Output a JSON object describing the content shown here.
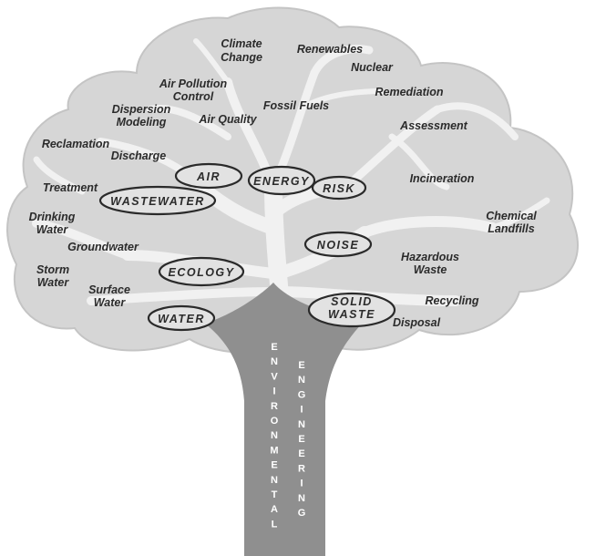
{
  "colors": {
    "canopy": "#d6d6d6",
    "canopy_edge": "#c4c4c4",
    "branches": "#f1f1f1",
    "trunk": "#8f8f8f",
    "oval_fill": "#e2e2e2",
    "oval_stroke": "#2a2a2a",
    "label_text": "#2b2b2b",
    "trunk_text": "#ffffff"
  },
  "trunk": {
    "left_column": [
      "E",
      "N",
      "V",
      "I",
      "R",
      "O",
      "N",
      "M",
      "E",
      "N",
      "T",
      "A",
      "L"
    ],
    "right_column": [
      "E",
      "N",
      "G",
      "I",
      "N",
      "E",
      "E",
      "R",
      "I",
      "N",
      "G"
    ]
  },
  "nodes": [
    {
      "id": "air",
      "lines": [
        "AIR"
      ]
    },
    {
      "id": "energy",
      "lines": [
        "ENERGY"
      ]
    },
    {
      "id": "risk",
      "lines": [
        "RISK"
      ]
    },
    {
      "id": "wastewater",
      "lines": [
        "WASTEWATER"
      ]
    },
    {
      "id": "noise",
      "lines": [
        "NOISE"
      ]
    },
    {
      "id": "ecology",
      "lines": [
        "ECOLOGY"
      ]
    },
    {
      "id": "solid-waste",
      "lines": [
        "SOLID",
        "WASTE"
      ]
    },
    {
      "id": "water",
      "lines": [
        "WATER"
      ]
    }
  ],
  "labels": [
    {
      "id": "climate-change",
      "lines": [
        "Climate",
        "Change"
      ]
    },
    {
      "id": "renewables",
      "lines": [
        "Renewables"
      ]
    },
    {
      "id": "nuclear",
      "lines": [
        "Nuclear"
      ]
    },
    {
      "id": "air-pollution-control",
      "lines": [
        "Air Pollution",
        "Control"
      ]
    },
    {
      "id": "remediation",
      "lines": [
        "Remediation"
      ]
    },
    {
      "id": "dispersion-modeling",
      "lines": [
        "Dispersion",
        "Modeling"
      ]
    },
    {
      "id": "fossil-fuels",
      "lines": [
        "Fossil Fuels"
      ]
    },
    {
      "id": "air-quality",
      "lines": [
        "Air Quality"
      ]
    },
    {
      "id": "assessment",
      "lines": [
        "Assessment"
      ]
    },
    {
      "id": "reclamation",
      "lines": [
        "Reclamation"
      ]
    },
    {
      "id": "discharge",
      "lines": [
        "Discharge"
      ]
    },
    {
      "id": "incineration",
      "lines": [
        "Incineration"
      ]
    },
    {
      "id": "treatment",
      "lines": [
        "Treatment"
      ]
    },
    {
      "id": "drinking-water",
      "lines": [
        "Drinking",
        "Water"
      ]
    },
    {
      "id": "chemical-landfills",
      "lines": [
        "Chemical",
        "Landfills"
      ]
    },
    {
      "id": "groundwater",
      "lines": [
        "Groundwater"
      ]
    },
    {
      "id": "hazardous-waste",
      "lines": [
        "Hazardous",
        "Waste"
      ]
    },
    {
      "id": "storm-water",
      "lines": [
        "Storm",
        "Water"
      ]
    },
    {
      "id": "surface-water",
      "lines": [
        "Surface",
        "Water"
      ]
    },
    {
      "id": "recycling",
      "lines": [
        "Recycling"
      ]
    },
    {
      "id": "disposal",
      "lines": [
        "Disposal"
      ]
    }
  ]
}
